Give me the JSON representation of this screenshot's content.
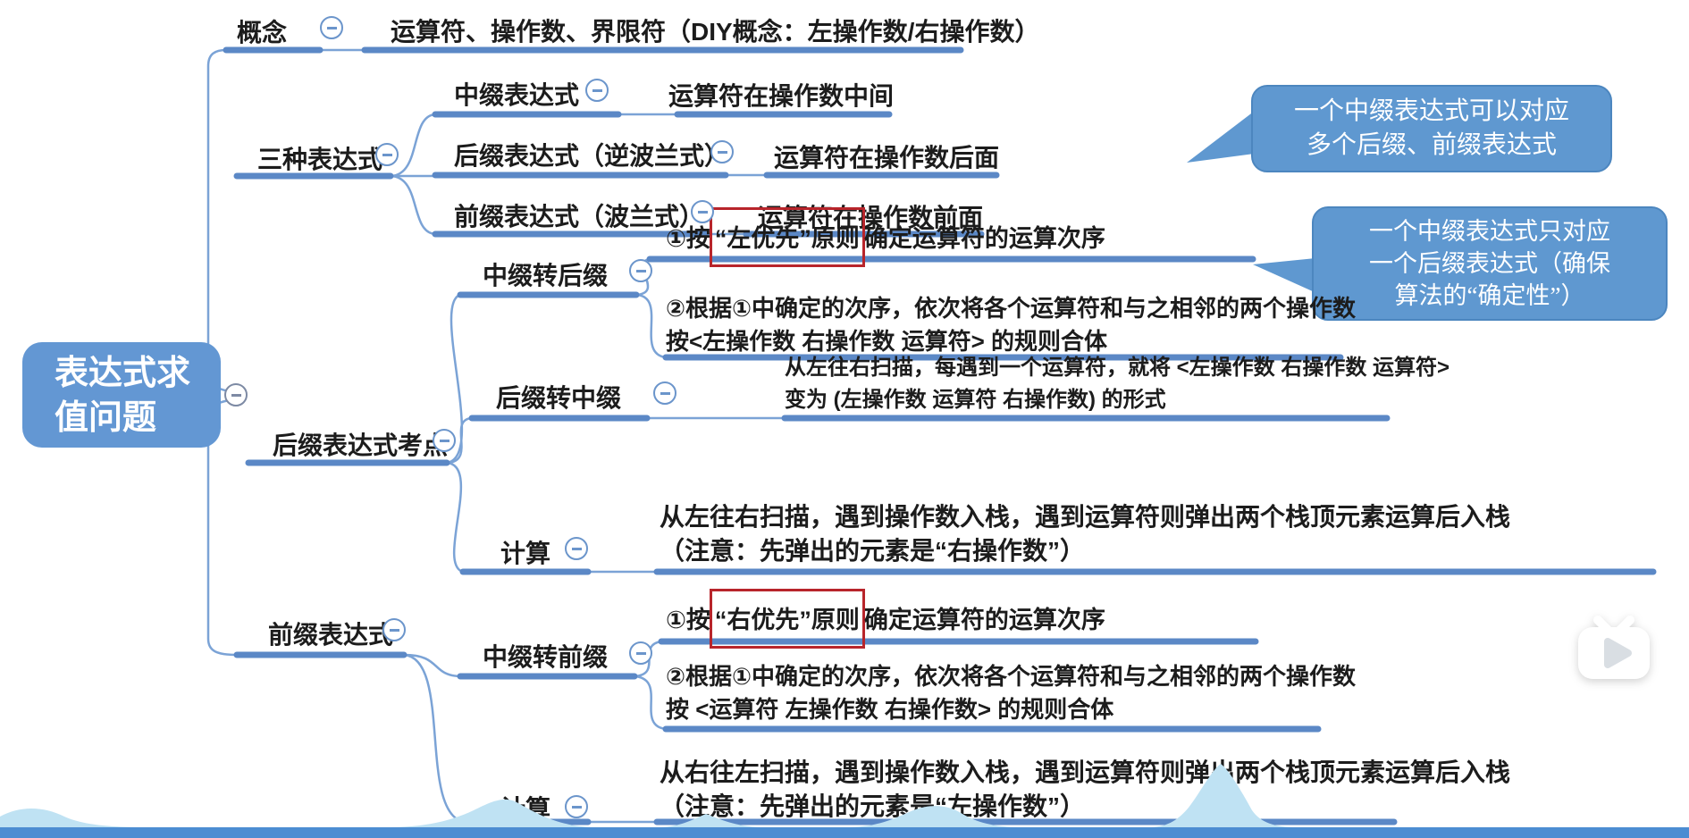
{
  "colors": {
    "branch_line": "#5b88c6",
    "thin_line": "#7ba3d6",
    "node_fill": "#6397d3",
    "callout_fill": "#5f98d0",
    "highlight_red": "#b8252b",
    "wave": "#bfe2f3",
    "bottom_bar": "#4c8dd2"
  },
  "icons": {
    "collapse": "minus-circle-icon",
    "player": "bilibili-tv-play-icon"
  },
  "map": {
    "root": "表达式求\n值问题",
    "concept": {
      "label": "概念",
      "text": "运算符、操作数、界限符（DIY概念：左操作数/右操作数）"
    },
    "three_expressions": {
      "label": "三种表达式",
      "infix": {
        "label": "中缀表达式",
        "text": "运算符在操作数中间"
      },
      "postfix": {
        "label": "后缀表达式（逆波兰式）",
        "text": "运算符在操作数后面"
      },
      "prefix": {
        "label": "前缀表达式（波兰式）",
        "text": "运算符在操作数前面"
      },
      "callout": "一个中缀表达式可以对应\n多个后缀、前缀表达式"
    },
    "postfix_topics": {
      "label": "后缀表达式考点",
      "infix_to_postfix": {
        "label": "中缀转后缀",
        "step1_prefix": "①按",
        "step1_boxed": "“左优先”原则",
        "step1_suffix": "确定运算符的运算次序",
        "step2": "②根据①中确定的次序，依次将各个运算符和与之相邻的两个操作数\n按<左操作数 右操作数 运算符> 的规则合体",
        "callout": "一个中缀表达式只对应\n一个后缀表达式（确保\n算法的“确定性”）"
      },
      "postfix_to_infix": {
        "label": "后缀转中缀",
        "text": "从左往右扫描，每遇到一个运算符，就将 <左操作数 右操作数 运算符>\n变为 (左操作数 运算符 右操作数) 的形式"
      },
      "calculation": {
        "label": "计算",
        "text": "从左往右扫描，遇到操作数入栈，遇到运算符则弹出两个栈顶元素运算后入栈\n（注意：先弹出的元素是“右操作数”）"
      }
    },
    "prefix_expression": {
      "label": "前缀表达式",
      "infix_to_prefix": {
        "label": "中缀转前缀",
        "step1_prefix": "①按",
        "step1_boxed": "“右优先”原则",
        "step1_suffix": "确定运算符的运算次序",
        "step2": "②根据①中确定的次序，依次将各个运算符和与之相邻的两个操作数\n按 <运算符 左操作数 右操作数> 的规则合体"
      },
      "calculation": {
        "label": "计算",
        "text": "从右往左扫描，遇到操作数入栈，遇到运算符则弹出两个栈顶元素运算后入栈\n（注意：先弹出的元素是“左操作数”）"
      }
    }
  }
}
